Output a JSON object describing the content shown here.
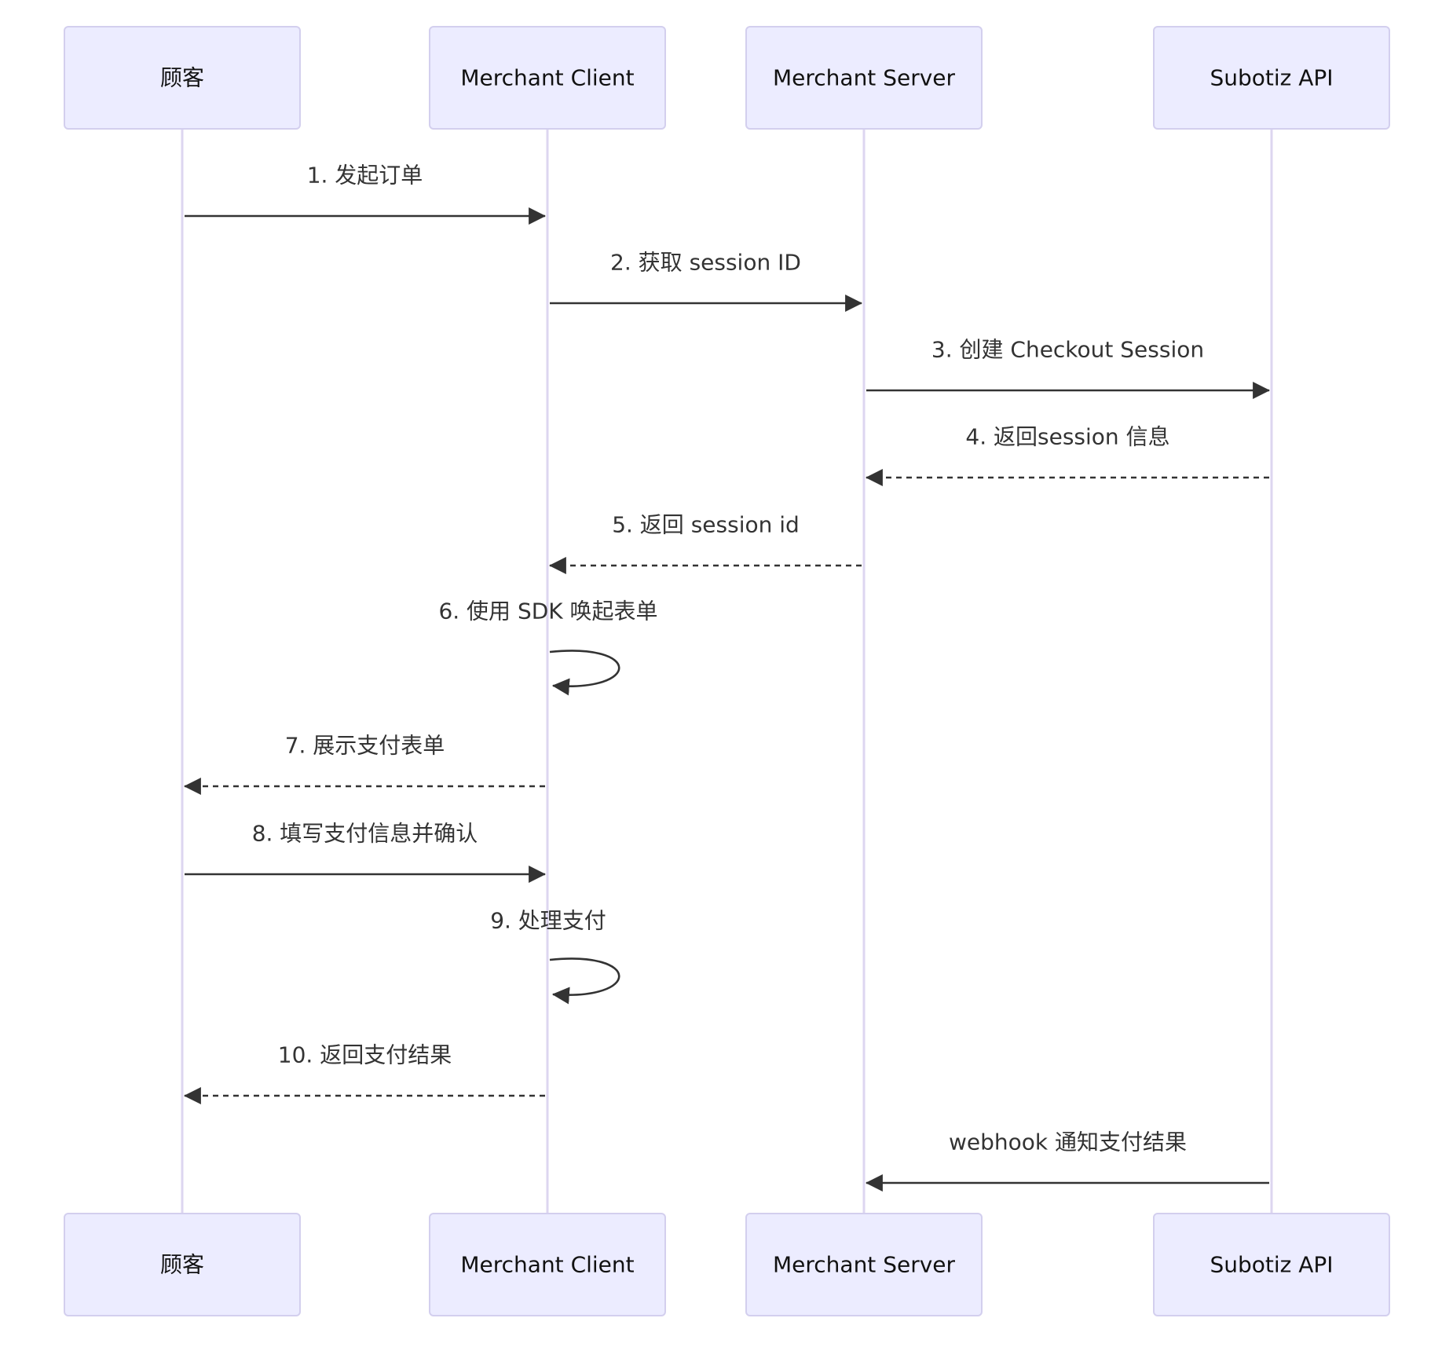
{
  "diagram": {
    "type": "sequence",
    "colors": {
      "actor_fill": "#ececff",
      "actor_border": "#d3cfee",
      "lifeline": "#ddd6f0",
      "arrow": "#333333",
      "text": "#333333"
    },
    "participants": [
      {
        "id": "customer",
        "label": "顾客"
      },
      {
        "id": "client",
        "label": "Merchant Client"
      },
      {
        "id": "server",
        "label": "Merchant Server"
      },
      {
        "id": "api",
        "label": "Subotiz API"
      }
    ],
    "messages": [
      {
        "from": "customer",
        "to": "client",
        "label": "1. 发起订单",
        "style": "solid"
      },
      {
        "from": "client",
        "to": "server",
        "label": "2. 获取 session ID",
        "style": "solid"
      },
      {
        "from": "server",
        "to": "api",
        "label": "3. 创建 Checkout Session",
        "style": "solid"
      },
      {
        "from": "api",
        "to": "server",
        "label": "4. 返回session 信息",
        "style": "dashed"
      },
      {
        "from": "server",
        "to": "client",
        "label": "5. 返回 session id",
        "style": "dashed"
      },
      {
        "from": "client",
        "to": "client",
        "label": "6. 使用 SDK 唤起表单",
        "style": "solid"
      },
      {
        "from": "client",
        "to": "customer",
        "label": "7. 展示支付表单",
        "style": "dashed"
      },
      {
        "from": "customer",
        "to": "client",
        "label": "8. 填写支付信息并确认",
        "style": "solid"
      },
      {
        "from": "client",
        "to": "client",
        "label": "9. 处理支付",
        "style": "solid"
      },
      {
        "from": "client",
        "to": "customer",
        "label": "10. 返回支付结果",
        "style": "dashed"
      },
      {
        "from": "api",
        "to": "server",
        "label": "webhook 通知支付结果",
        "style": "solid"
      }
    ]
  }
}
